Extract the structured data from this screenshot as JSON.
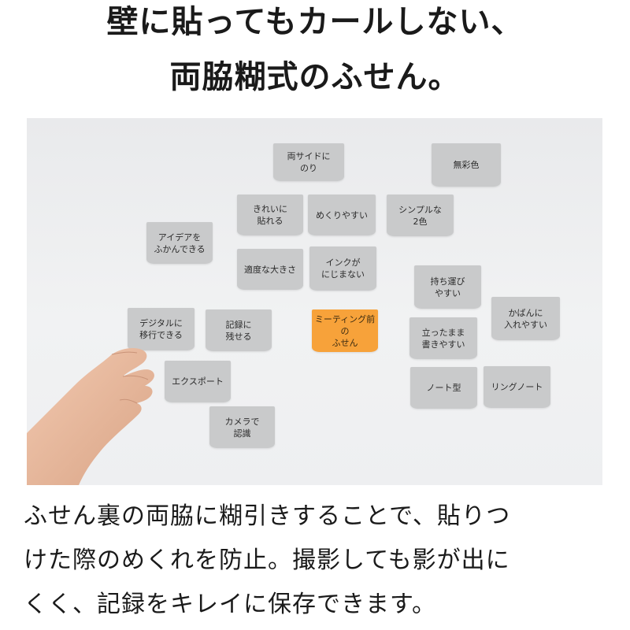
{
  "headline": {
    "line1": "壁に貼ってもカールしない、",
    "line2": "両脇糊式のふせん。"
  },
  "notes": [
    {
      "id": "n1",
      "text": "両サイドに\nのり",
      "color": "gray"
    },
    {
      "id": "n2",
      "text": "無彩色",
      "color": "gray"
    },
    {
      "id": "n3",
      "text": "きれいに\n貼れる",
      "color": "gray"
    },
    {
      "id": "n4",
      "text": "めくりやすい",
      "color": "gray"
    },
    {
      "id": "n5",
      "text": "シンプルな\n2色",
      "color": "gray"
    },
    {
      "id": "n6",
      "text": "アイデアを\nふかんできる",
      "color": "gray"
    },
    {
      "id": "n7",
      "text": "適度な大きさ",
      "color": "gray"
    },
    {
      "id": "n8",
      "text": "インクが\nにじまない",
      "color": "gray"
    },
    {
      "id": "n9",
      "text": "持ち運び\nやすい",
      "color": "gray"
    },
    {
      "id": "n10",
      "text": "かばんに\n入れやすい",
      "color": "gray"
    },
    {
      "id": "n11",
      "text": "デジタルに\n移行できる",
      "color": "gray"
    },
    {
      "id": "n12",
      "text": "記録に\n残せる",
      "color": "gray"
    },
    {
      "id": "n13",
      "text": "ミーティング前の\nふせん",
      "color": "orange"
    },
    {
      "id": "n14",
      "text": "立ったまま\n書きやすい",
      "color": "gray"
    },
    {
      "id": "n15",
      "text": "エクスポート",
      "color": "gray"
    },
    {
      "id": "n16",
      "text": "ノート型",
      "color": "gray"
    },
    {
      "id": "n17",
      "text": "リングノート",
      "color": "gray"
    },
    {
      "id": "n18",
      "text": "カメラで\n認識",
      "color": "gray"
    }
  ],
  "description": {
    "line1": "ふせん裏の両脇に糊引きすることで、貼りつ",
    "line2": "けた際のめくれを防止。撮影しても影が出に",
    "line3": "くく、記録をキレイに保存できます。"
  },
  "colors": {
    "note_gray": "#c9cacb",
    "note_orange": "#f7a23a",
    "wall": "#eeeff1",
    "text": "#1a1a1a"
  }
}
